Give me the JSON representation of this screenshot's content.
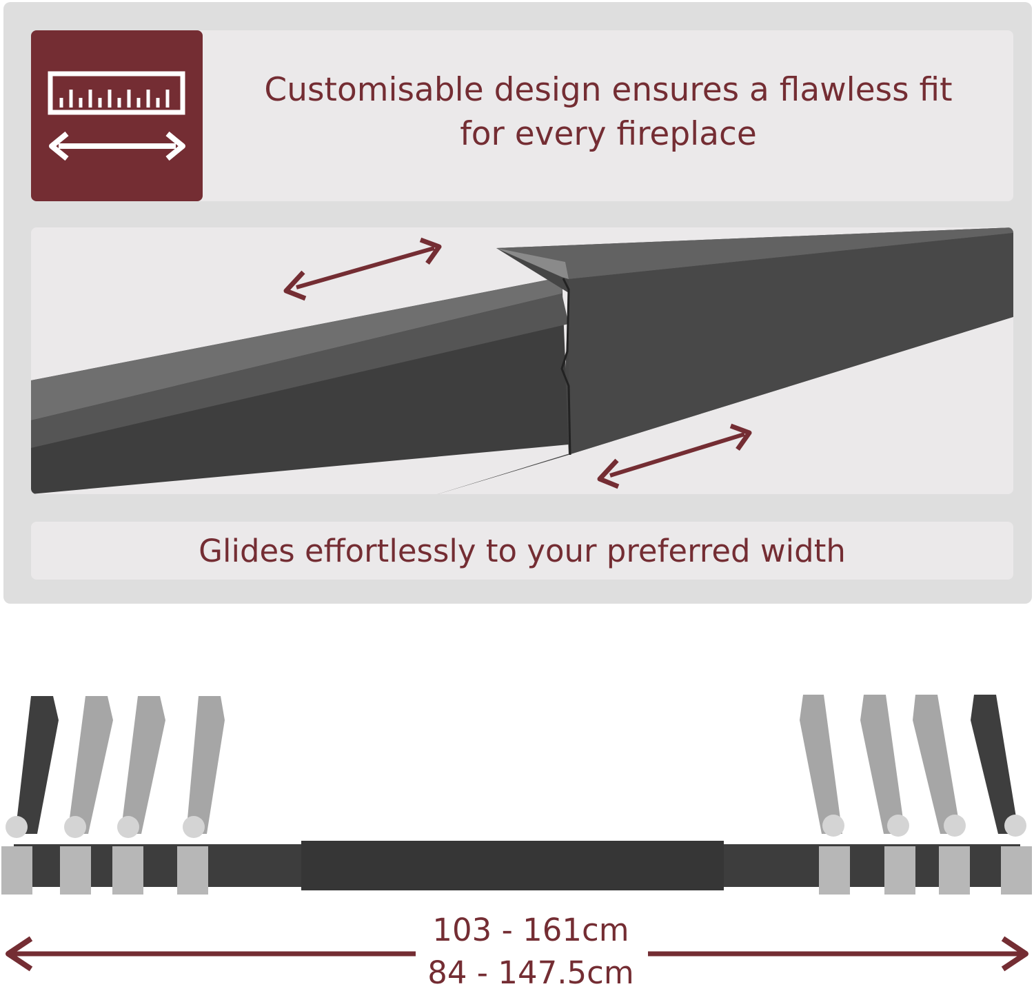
{
  "header": {
    "headline": "Customisable design ensures a flawless fit for every fireplace",
    "icon": "ruler-width-icon"
  },
  "photo": {
    "subject": "telescopic-bar-joint",
    "arrow_icon": "double-arrow-icon"
  },
  "caption": {
    "text": "Glides effortlessly to your preferred width"
  },
  "dimensions": {
    "range_1": "103 - 161cm",
    "range_2": "84 - 147.5cm"
  },
  "colors": {
    "brand": "#742d33",
    "panel": "#dedede",
    "card": "#ebe9ea",
    "bar": "#3f3f3f"
  }
}
